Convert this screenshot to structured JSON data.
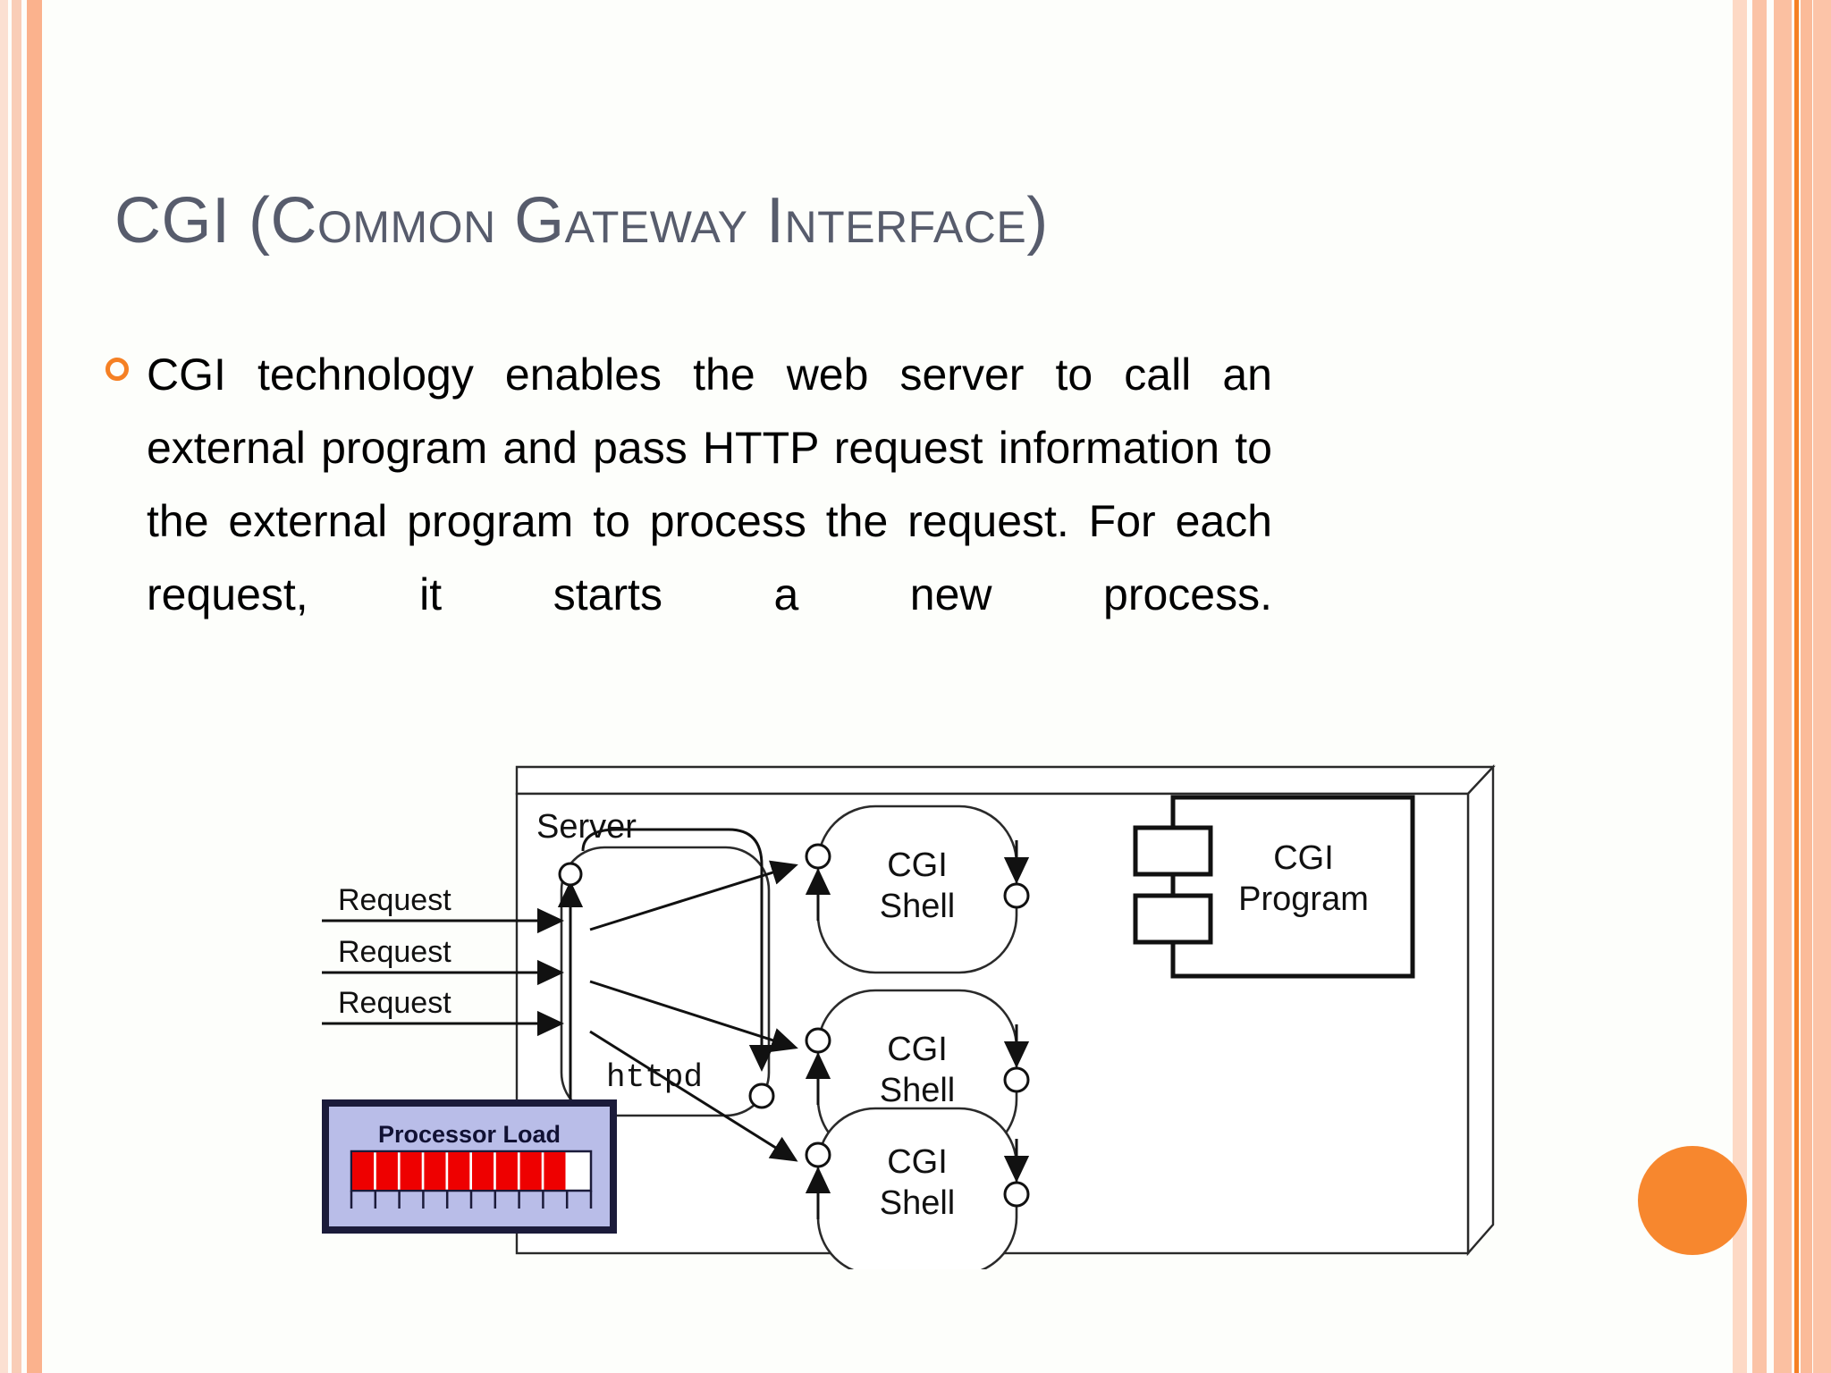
{
  "slide": {
    "title": "CGI (Common Gateway Interface)",
    "bullet_text": "CGI technology enables the web server to call an external program and pass HTTP request information to the external program to process the request. For each request, it starts a new process.",
    "bullet_glyph": "o"
  },
  "theme": {
    "title_color": "#575c6c",
    "body_color": "#000000",
    "accent_orange": "#f58024",
    "stripe_light": "#fdd9c5",
    "stripe_mid": "#fbc0a1",
    "background": "#fdfefb"
  },
  "diagram": {
    "title": "CGI request handling",
    "server_label": "Server",
    "httpd_label": "httpd",
    "requests": [
      {
        "label": "Request"
      },
      {
        "label": "Request"
      },
      {
        "label": "Request"
      }
    ],
    "cgi_shells": [
      {
        "line1": "CGI",
        "line2": "Shell"
      },
      {
        "line1": "CGI",
        "line2": "Shell"
      },
      {
        "line1": "CGI",
        "line2": "Shell"
      }
    ],
    "cgi_program": {
      "line1": "CGI",
      "line2": "Program"
    },
    "gauge": {
      "label": "Processor Load",
      "segments_total": 10,
      "segments_filled": 9,
      "fill_color": "#ee0000",
      "panel_color": "#b9bde8",
      "border_color": "#1b1b3a"
    }
  }
}
